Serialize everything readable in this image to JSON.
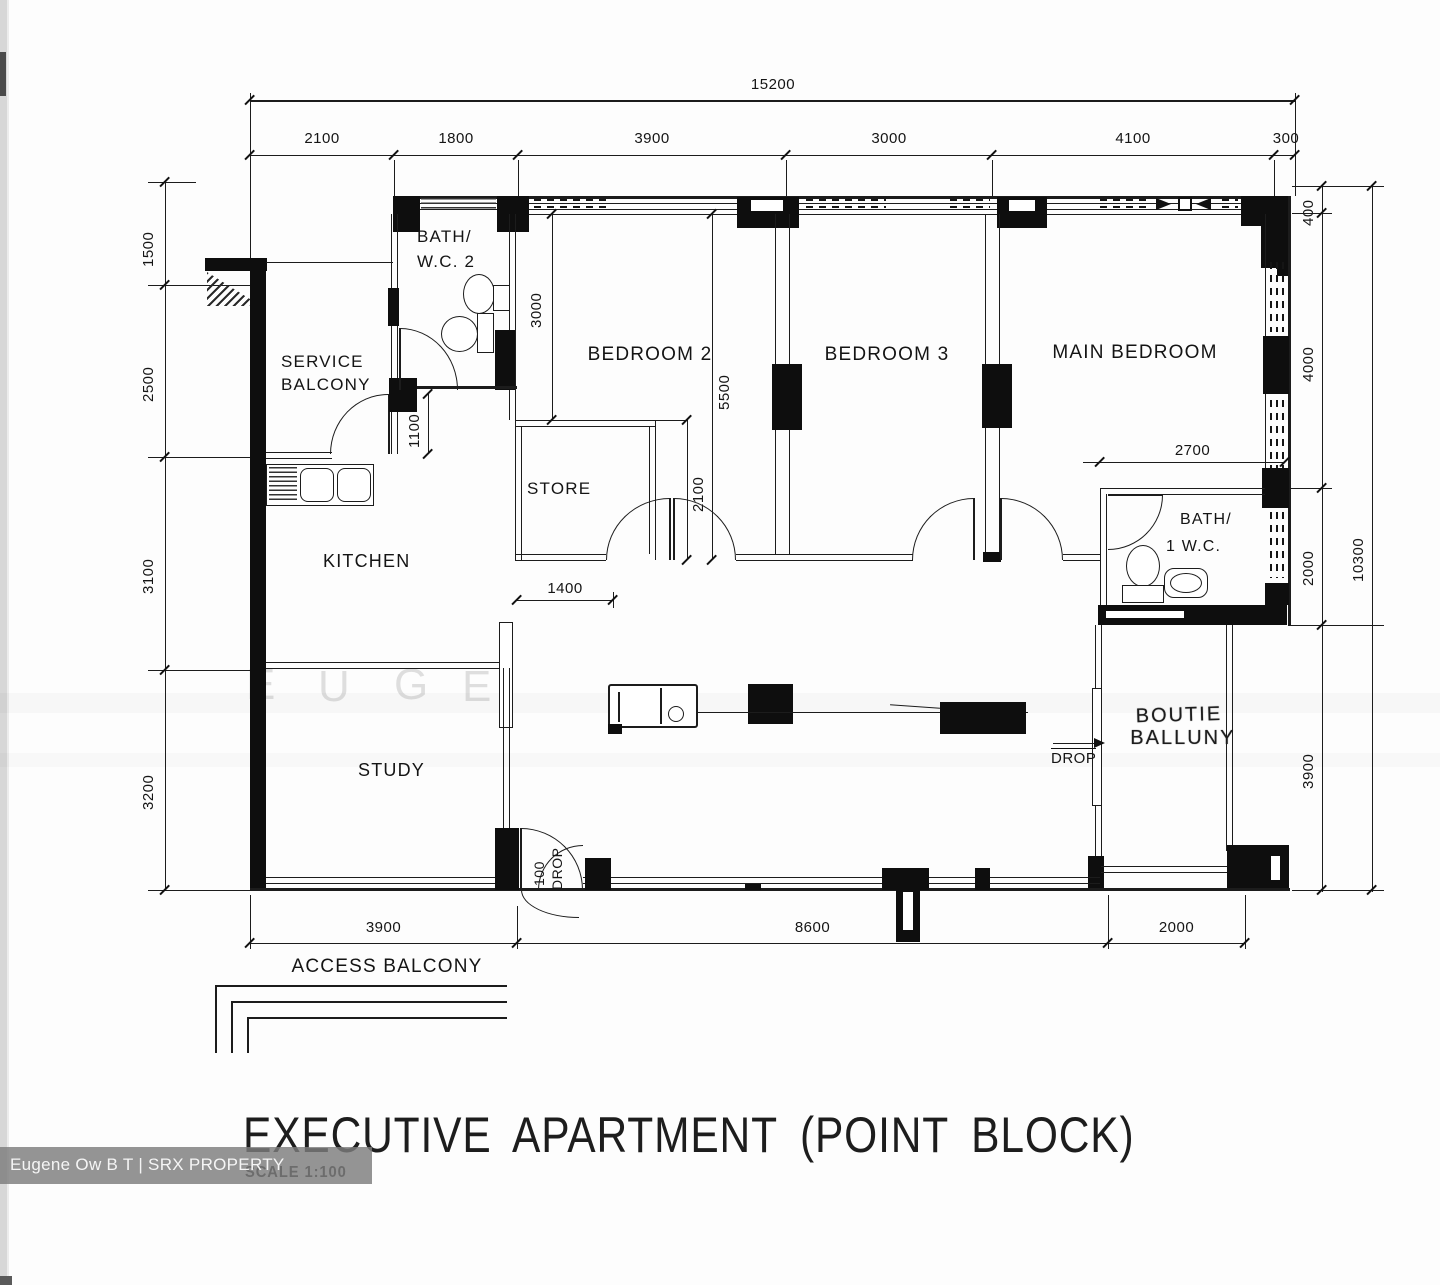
{
  "title": "EXECUTIVE APARTMENT (POINT BLOCK)",
  "scale_note": "SCALE 1:100",
  "watermark_badge": "Eugene Ow B T | SRX PROPERTY",
  "ghost_letters": [
    "E",
    "U",
    "G",
    "E"
  ],
  "rooms": {
    "service_balcony": [
      "SERVICE",
      "BALCONY"
    ],
    "bath2": [
      "BATH/",
      "W.C. 2"
    ],
    "bedroom2": "BEDROOM 2",
    "bedroom3": "BEDROOM 3",
    "main_bedroom": "MAIN BEDROOM",
    "store": "STORE",
    "kitchen": "KITCHEN",
    "study": "STUDY",
    "bath1": [
      "BATH/",
      "1 W.C."
    ],
    "balcony": [
      "BOUTIE",
      "BALLUNY"
    ],
    "access_balcony": "ACCESS BALCONY"
  },
  "dims": {
    "top_total": "15200",
    "top_segments": [
      "2100",
      "1800",
      "3900",
      "3000",
      "4100",
      "300"
    ],
    "left_segments": [
      "1500",
      "2500",
      "3100",
      "3200"
    ],
    "right_segments": [
      "400",
      "4000",
      "2000",
      "3900"
    ],
    "right_total": "10300",
    "bottom_segments": [
      "3900",
      "8600",
      "2000"
    ],
    "bath2_depth": "3000",
    "bed2_depth": "5500",
    "lobby_width": "1100",
    "store_to_corridor": "2100",
    "store_width": "1400",
    "bath1_width": "2700",
    "entry_step": [
      "100",
      "DROP"
    ],
    "balcony_step": "DROP"
  }
}
